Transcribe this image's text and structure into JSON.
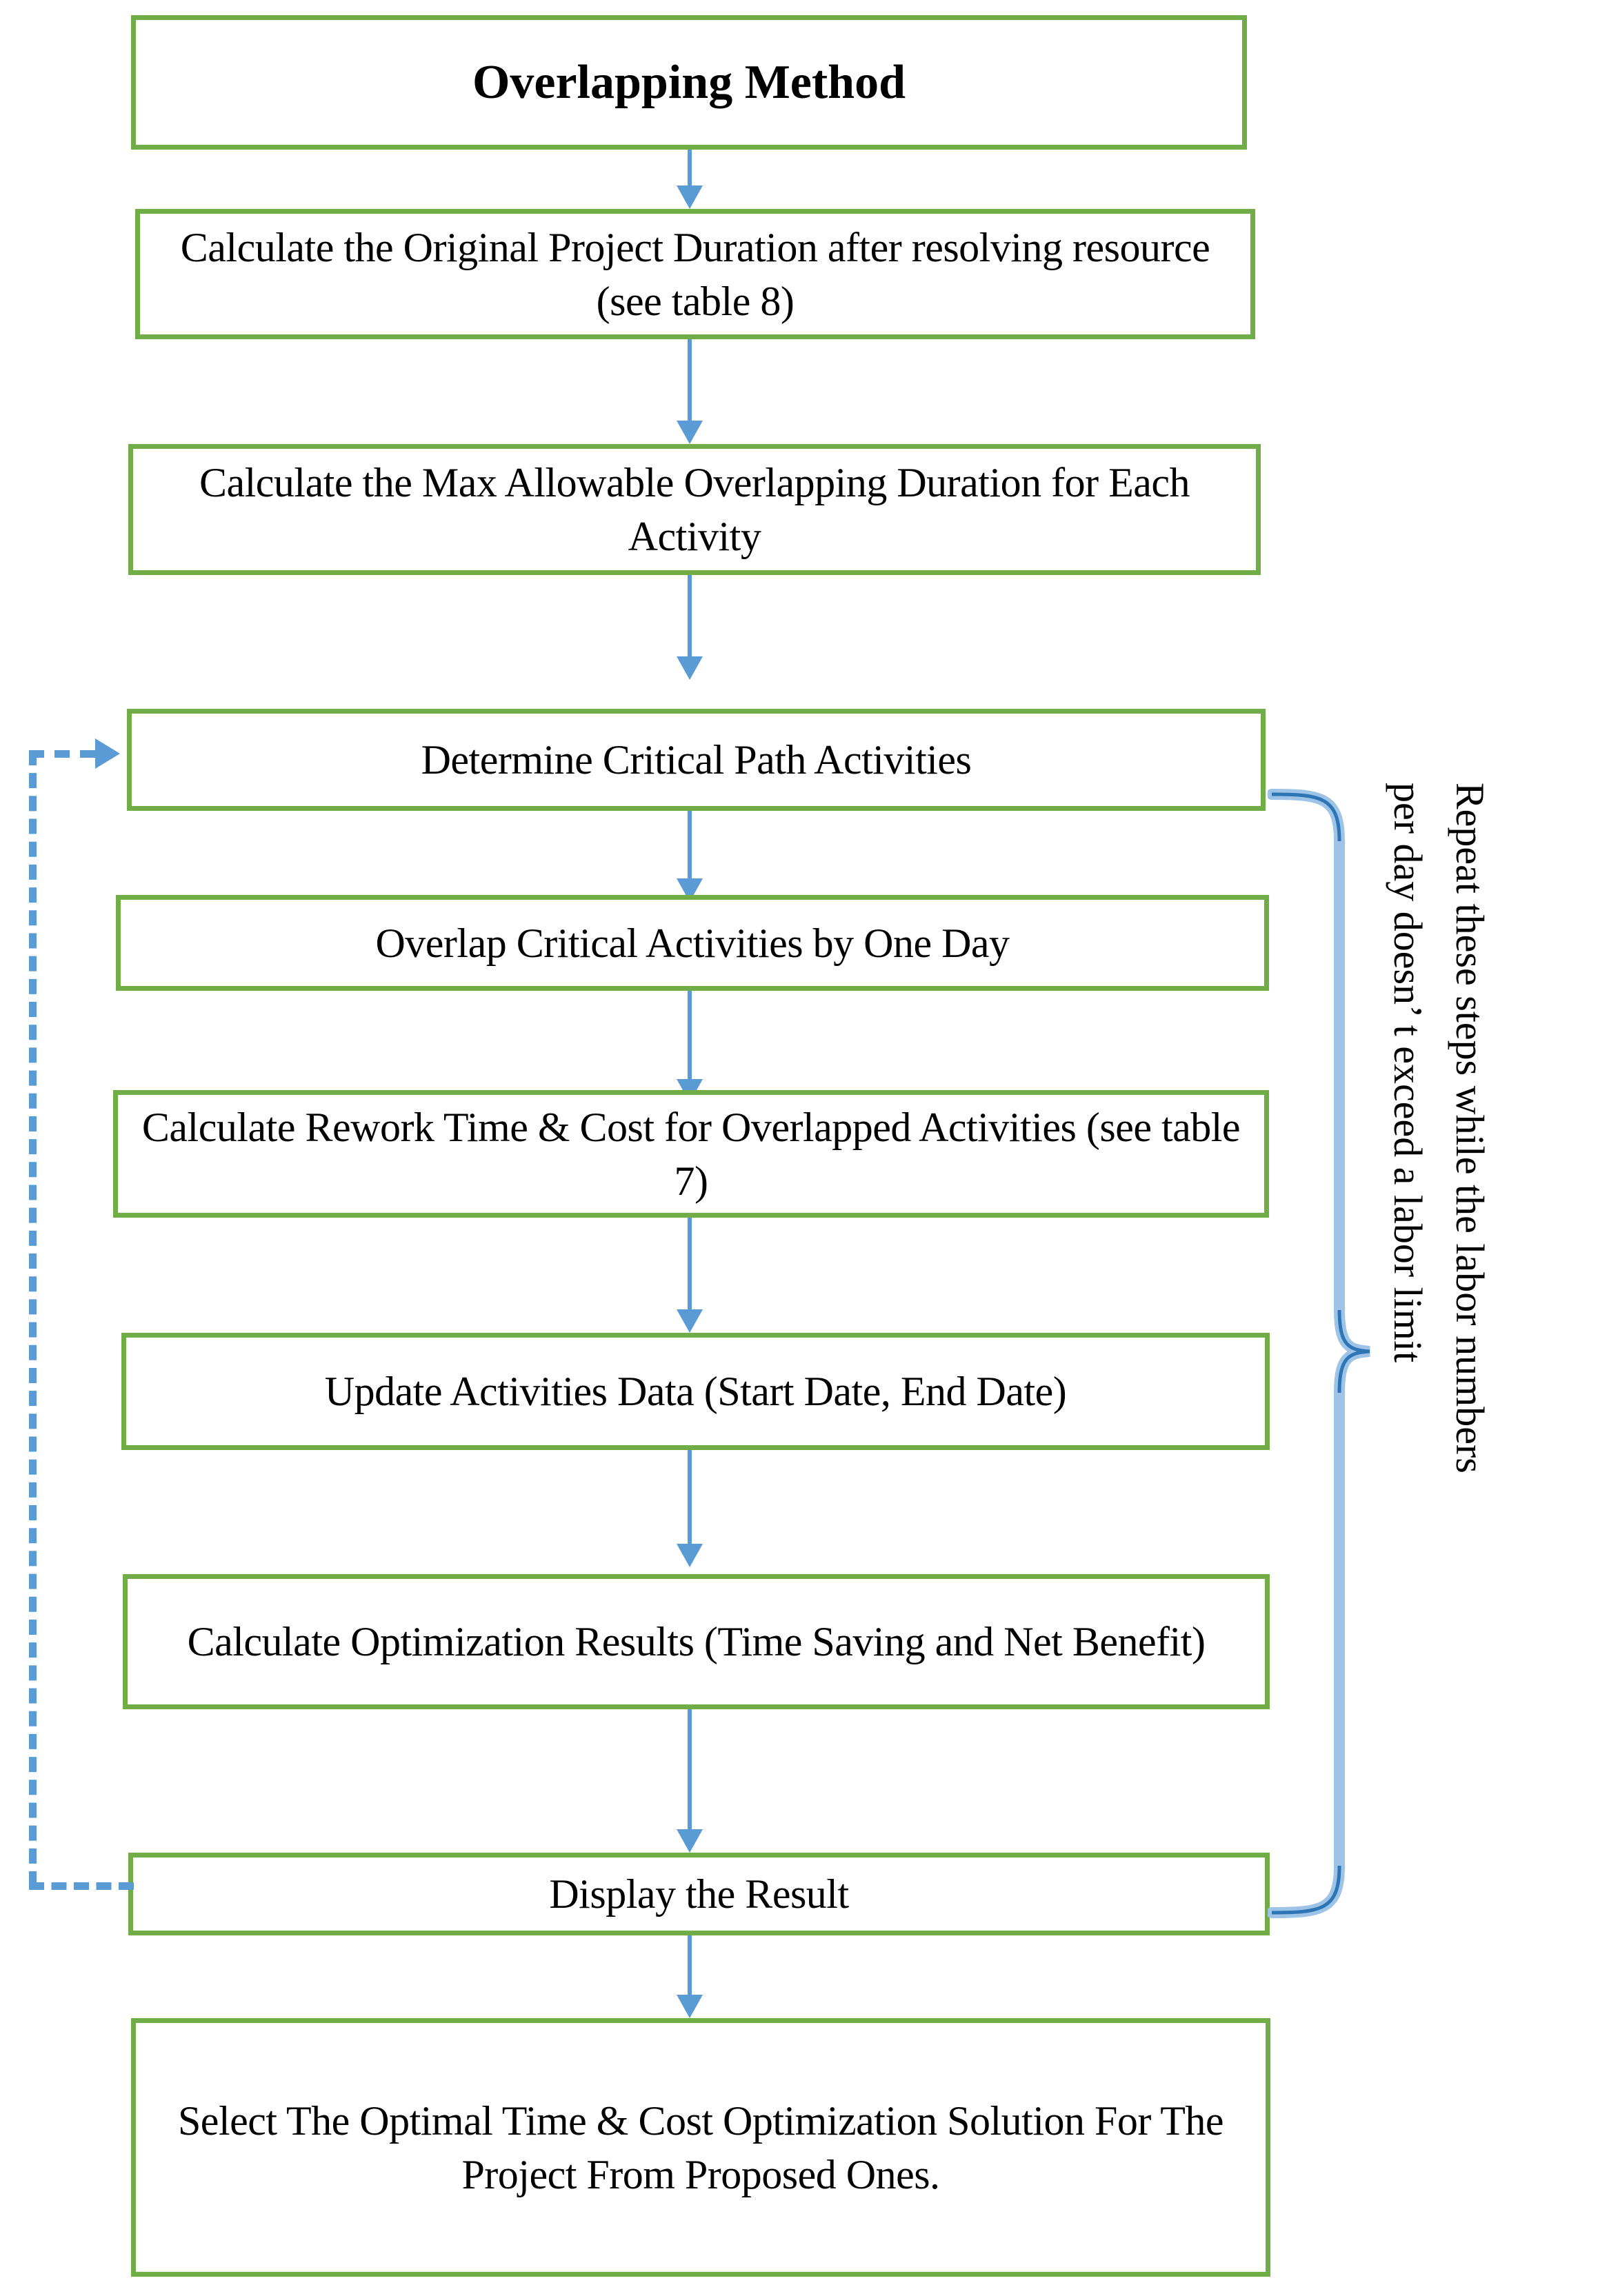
{
  "diagram": {
    "title": "Overlapping Method",
    "accent_green": "#70AD47",
    "accent_blue": "#5B9BD5",
    "nodes": [
      {
        "id": "title",
        "label": "Overlapping Method"
      },
      {
        "id": "orig-duration",
        "label": "Calculate the Original Project Duration after resolving resource (see table 8)"
      },
      {
        "id": "max-overlap",
        "label": "Calculate the Max Allowable Overlapping Duration for Each Activity"
      },
      {
        "id": "critical-path",
        "label": "Determine Critical Path Activities"
      },
      {
        "id": "overlap-day",
        "label": "Overlap Critical Activities by One Day"
      },
      {
        "id": "rework",
        "label": "Calculate Rework Time & Cost for Overlapped Activities (see table 7)"
      },
      {
        "id": "update-data",
        "label": "Update Activities Data (Start Date, End Date)"
      },
      {
        "id": "optimization",
        "label": "Calculate Optimization Results (Time Saving and Net Benefit)"
      },
      {
        "id": "display",
        "label": "Display the Result"
      },
      {
        "id": "select-optimal",
        "label": "Select The Optimal Time & Cost Optimization Solution For The Project From Proposed Ones."
      }
    ],
    "loop_note": {
      "line1": "Repeat these steps while the labor numbers",
      "line2": "per day doesn’ t exceed a labor limit"
    }
  }
}
